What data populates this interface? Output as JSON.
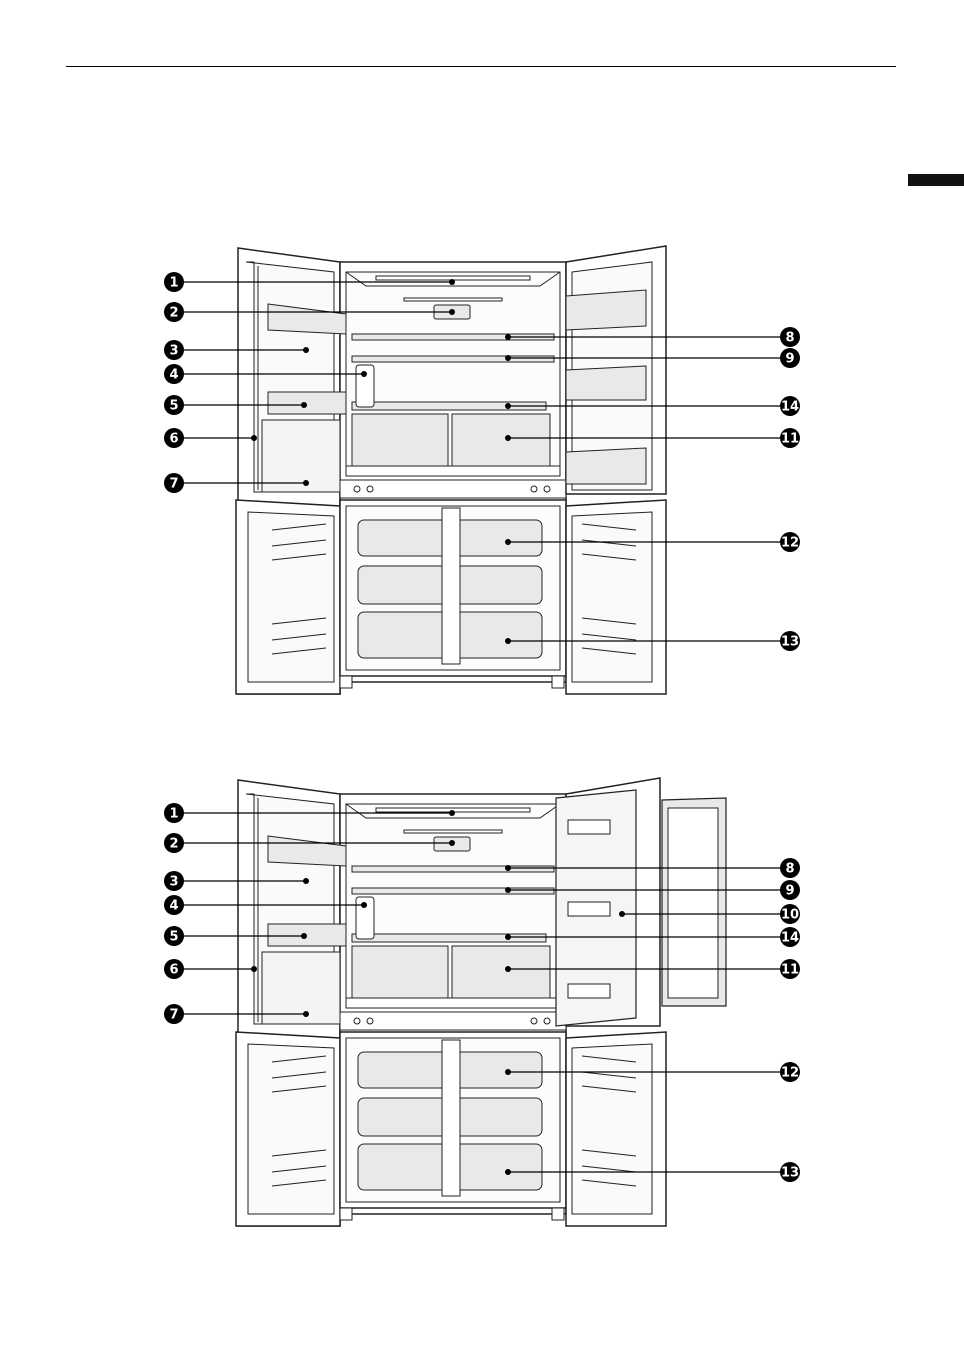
{
  "diagrams": [
    {
      "id": "open-french-doors",
      "callouts_left": [
        "1",
        "2",
        "3",
        "4",
        "5",
        "6",
        "7"
      ],
      "callouts_right": [
        "8",
        "9",
        "14",
        "11",
        "12",
        "13"
      ]
    },
    {
      "id": "door-in-door-open",
      "callouts_left": [
        "1",
        "2",
        "3",
        "4",
        "5",
        "6",
        "7"
      ],
      "callouts_right": [
        "8",
        "9",
        "10",
        "14",
        "11",
        "12",
        "13"
      ]
    }
  ]
}
